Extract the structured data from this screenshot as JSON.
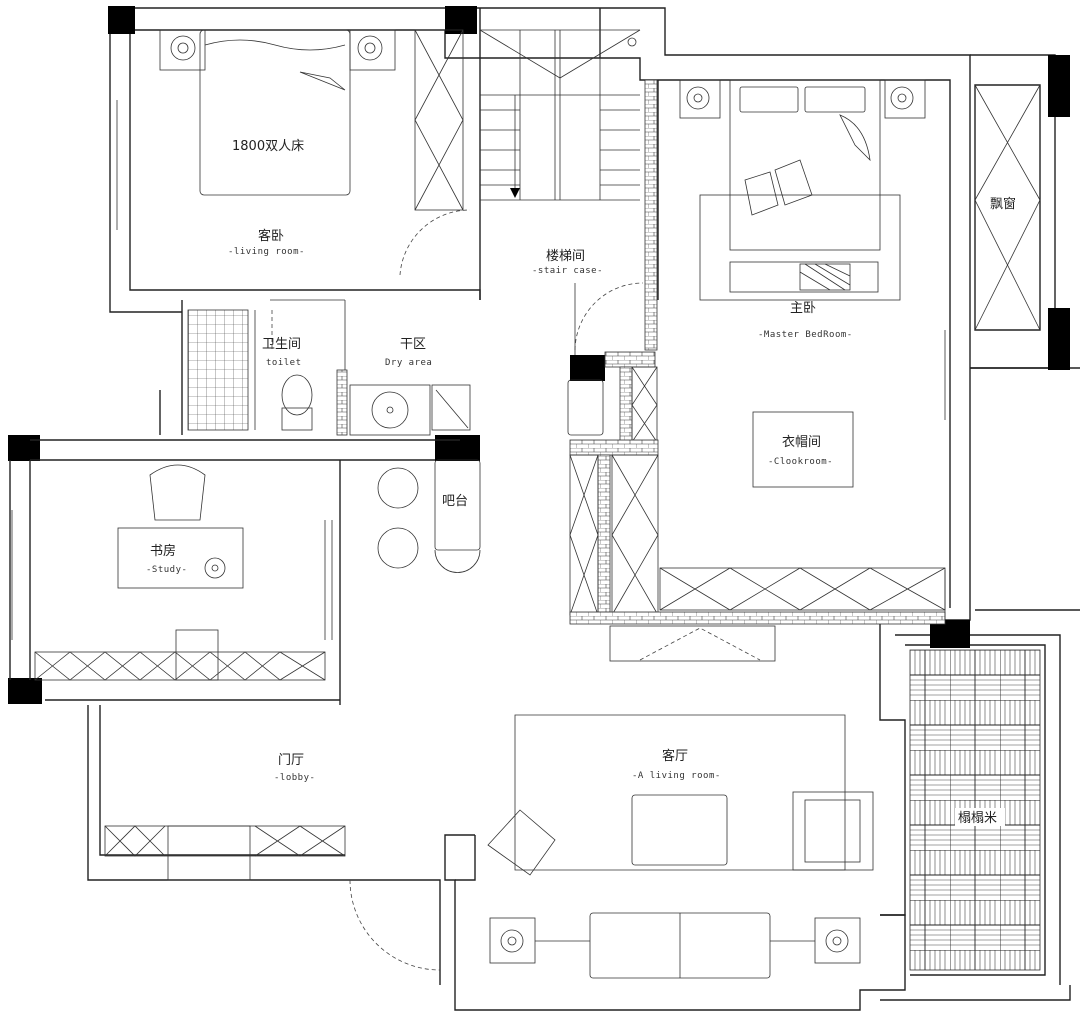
{
  "rooms": {
    "bedroom_guest": {
      "bed_label": "1800双人床",
      "cn": "客卧",
      "en": "-living room-"
    },
    "stair": {
      "cn": "楼梯间",
      "en": "-stair case-"
    },
    "master": {
      "cn": "主卧",
      "en": "-Master BedRoom-"
    },
    "bay_window": {
      "cn": "飘窗"
    },
    "toilet": {
      "cn": "卫生间",
      "en": "toilet"
    },
    "dry_area": {
      "cn": "干区",
      "en": "Dry area"
    },
    "cloakroom": {
      "cn": "衣帽间",
      "en": "-Clookroom-"
    },
    "bar": {
      "cn": "吧台"
    },
    "study": {
      "cn": "书房",
      "en": "-Study-"
    },
    "lobby": {
      "cn": "门厅",
      "en": "-lobby-"
    },
    "living": {
      "cn": "客厅",
      "en": "-A living room-"
    },
    "tatami": {
      "cn": "榻榻米"
    }
  }
}
